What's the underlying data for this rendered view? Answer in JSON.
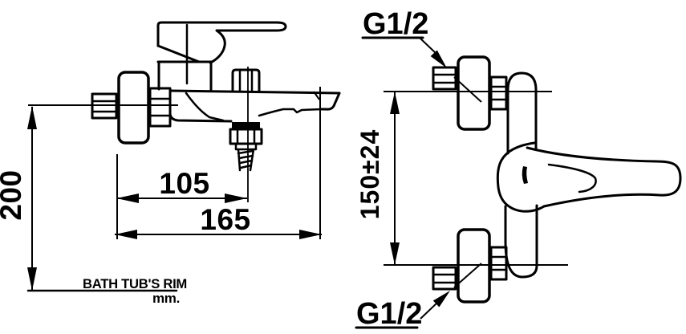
{
  "colors": {
    "ink": "#000000",
    "paper": "#ffffff"
  },
  "side_view": {
    "dim_height_to_rim": "200",
    "dim_wall_to_hose_center": "105",
    "dim_wall_to_spout_tip": "165",
    "rim_note": "BATH TUB'S RIM",
    "units_note": "mm."
  },
  "front_view": {
    "dim_inlet_centers": "150±24",
    "thread_top": "G1/2",
    "thread_bottom": "G1/2"
  }
}
